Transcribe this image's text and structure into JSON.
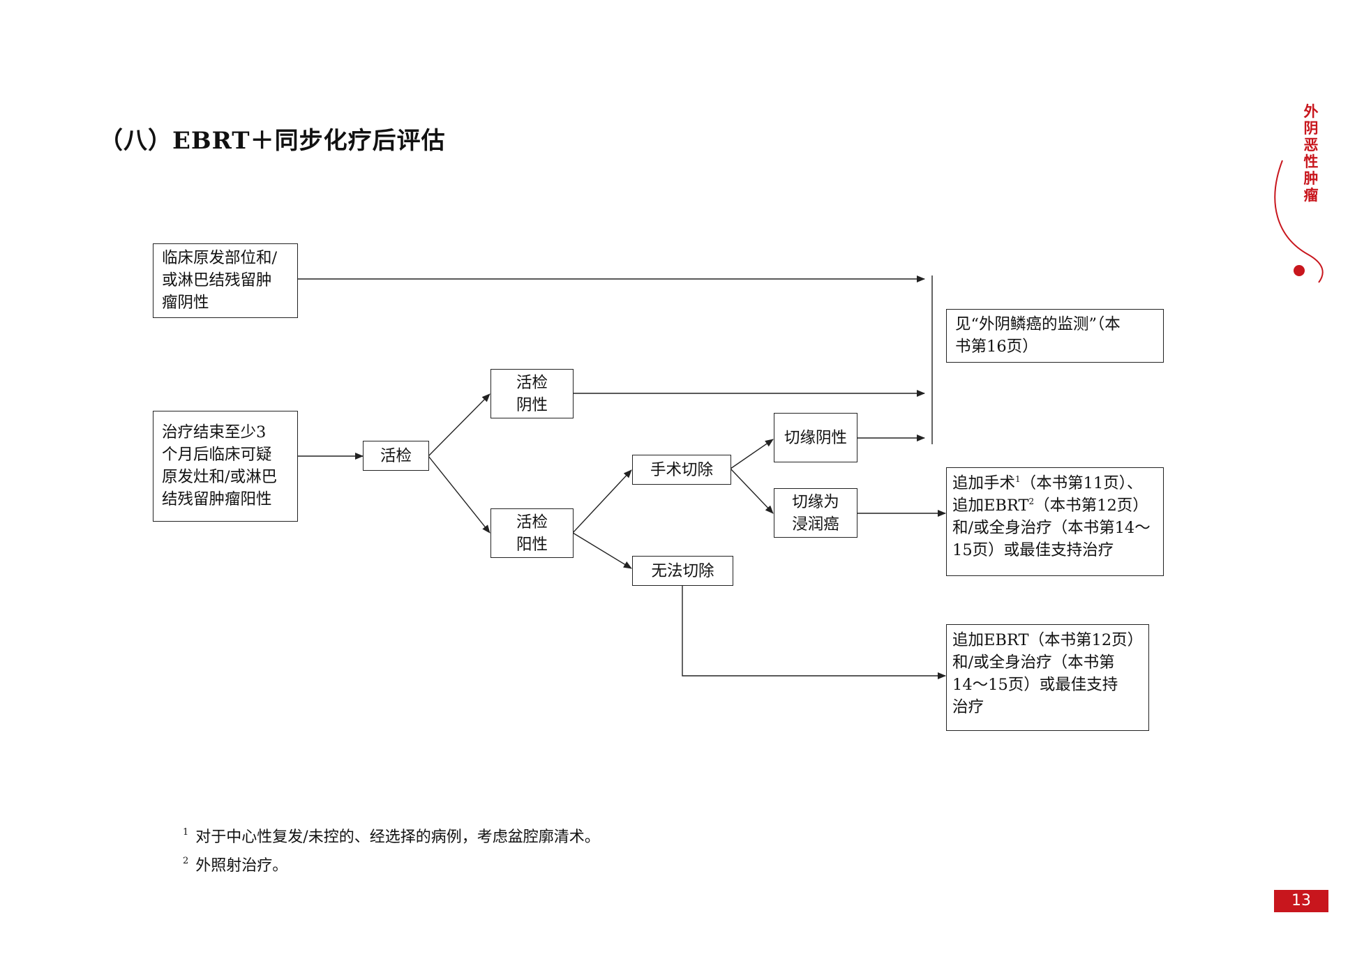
{
  "title": "（八）EBRT＋同步化疗后评估",
  "side_tab": [
    "外",
    "阴",
    "恶",
    "性",
    "肿",
    "瘤"
  ],
  "nodes": {
    "clin_neg": [
      "临床原发部位和/",
      "或淋巴结残留肿",
      "瘤阴性"
    ],
    "clin_pos": [
      "治疗结束至少3",
      "个月后临床可疑",
      "原发灶和/或淋巴",
      "结残留肿瘤阳性"
    ],
    "biopsy": "活检",
    "biopsy_neg": [
      "活检",
      "阴性"
    ],
    "biopsy_pos": [
      "活检",
      "阳性"
    ],
    "surgery": "手术切除",
    "margin_neg": "切缘阴性",
    "margin_inv": [
      "切缘为",
      "浸润癌"
    ],
    "unresectable": "无法切除",
    "monitor": [
      "见“外阴鳞癌的监测”（本",
      "书第16页）"
    ],
    "add_treat1": {
      "l1_a": "追加手术",
      "l1_sup": "1",
      "l1_b": "（本书第11页）、",
      "l2_a": "追加EBRT",
      "l2_sup": "2",
      "l2_b": "（本书第12页）",
      "l3": "和/或全身治疗（本书第14～",
      "l4": "15页）或最佳支持治疗"
    },
    "add_treat2": [
      "追加EBRT（本书第12页）",
      "和/或全身治疗（本书第",
      "14～15页）或最佳支持",
      "治疗"
    ]
  },
  "footnotes": [
    {
      "mark": "1",
      "text": "对于中心性复发/未控的、经选择的病例，考虑盆腔廓清术。"
    },
    {
      "mark": "2",
      "text": "外照射治疗。"
    }
  ],
  "page_number": "13",
  "colors": {
    "accent": "#c8161d",
    "line": "#222222"
  }
}
